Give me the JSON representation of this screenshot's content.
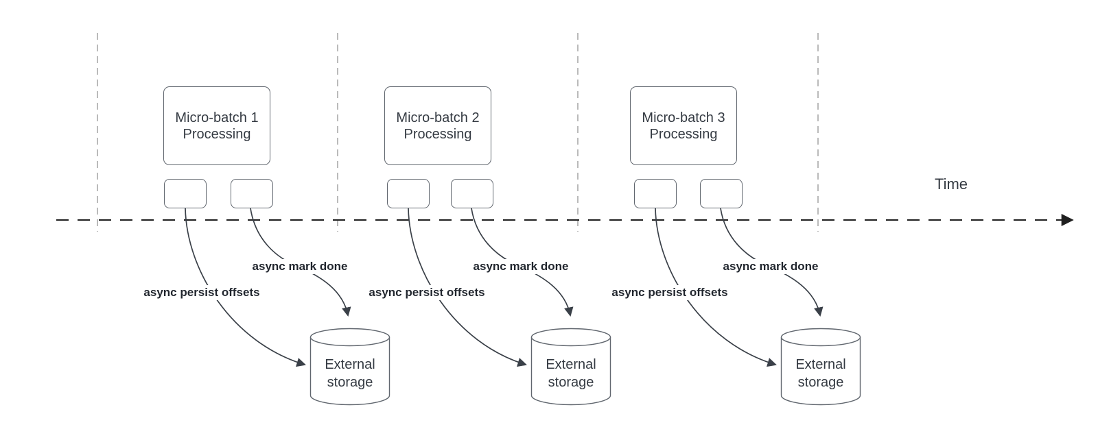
{
  "colors": {
    "arrow": "#3a4048",
    "shape-border": "#60666e",
    "guide-line": "#a9a9a9",
    "axis-line": "#1f1f1f",
    "text": "#343a42",
    "label-text": "#21262e",
    "background": "#ffffff"
  },
  "diagram": {
    "time_label": "Time",
    "groups": [
      {
        "batch_label": "Micro-batch 1\nProcessing",
        "persist_label": "async persist offsets",
        "mark_done_label": "async mark done",
        "storage_label": "External\nstorage"
      },
      {
        "batch_label": "Micro-batch 2\nProcessing",
        "persist_label": "async persist offsets",
        "mark_done_label": "async mark done",
        "storage_label": "External\nstorage"
      },
      {
        "batch_label": "Micro-batch 3\nProcessing",
        "persist_label": "async persist offsets",
        "mark_done_label": "async mark done",
        "storage_label": "External\nstorage"
      }
    ]
  }
}
